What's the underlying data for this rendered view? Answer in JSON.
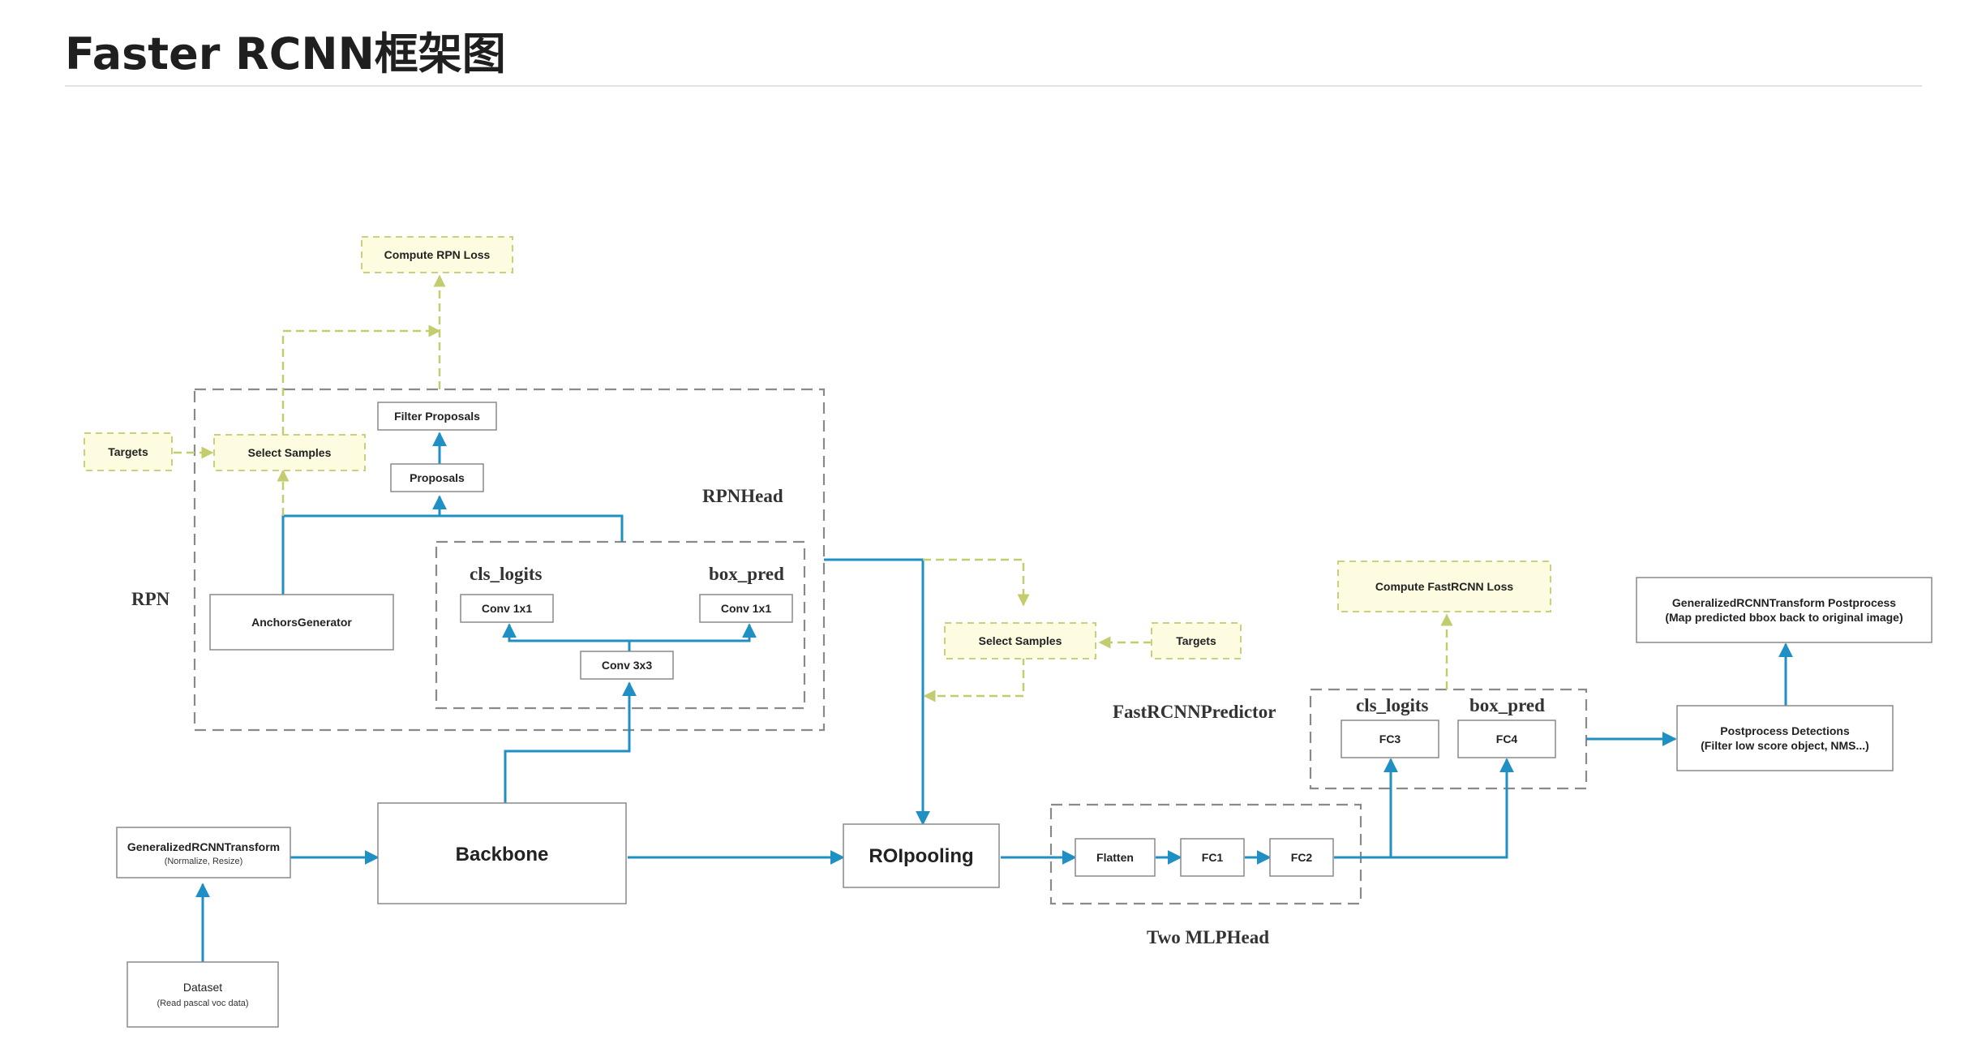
{
  "page": {
    "title": "Faster RCNN框架图"
  },
  "colors": {
    "main_arrow": "#1f8fc4",
    "loss_arrow": "#c3cc6e",
    "loss_box_fill": "#fdfbe0",
    "group_border": "#8a8a8a"
  },
  "nodes": {
    "compute_rpn_loss": "Compute RPN Loss",
    "targets_rpn": "Targets",
    "select_samples_rpn": "Select Samples",
    "filter_proposals": "Filter Proposals",
    "proposals": "Proposals",
    "anchors_generator": "AnchorsGenerator",
    "rpn_conv_cls": "Conv 1x1",
    "rpn_conv_box": "Conv 1x1",
    "rpn_conv3x3": "Conv 3x3",
    "backbone": "Backbone",
    "transform_title": "GeneralizedRCNNTransform",
    "transform_sub": "(Normalize, Resize)",
    "dataset_title": "Dataset",
    "dataset_sub": "(Read pascal voc data)",
    "roipooling": "ROIpooling",
    "select_samples_roi": "Select Samples",
    "targets_roi": "Targets",
    "flatten": "Flatten",
    "fc1": "FC1",
    "fc2": "FC2",
    "fc3": "FC3",
    "fc4": "FC4",
    "compute_fastrcnn_loss": "Compute FastRCNN Loss",
    "postprocess_title": "Postprocess Detections",
    "postprocess_sub": "(Filter low score object,  NMS...)",
    "transform_post_title": "GeneralizedRCNNTransform    Postprocess",
    "transform_post_sub": "(Map predicted bbox back to original image)"
  },
  "labels": {
    "rpn": "RPN",
    "rpn_head": "RPNHead",
    "rpn_cls_logits": "cls_logits",
    "rpn_box_pred": "box_pred",
    "fast_predictor": "FastRCNNPredictor",
    "fast_cls_logits": "cls_logits",
    "fast_box_pred": "box_pred",
    "two_mlp_head": "Two MLPHead"
  }
}
